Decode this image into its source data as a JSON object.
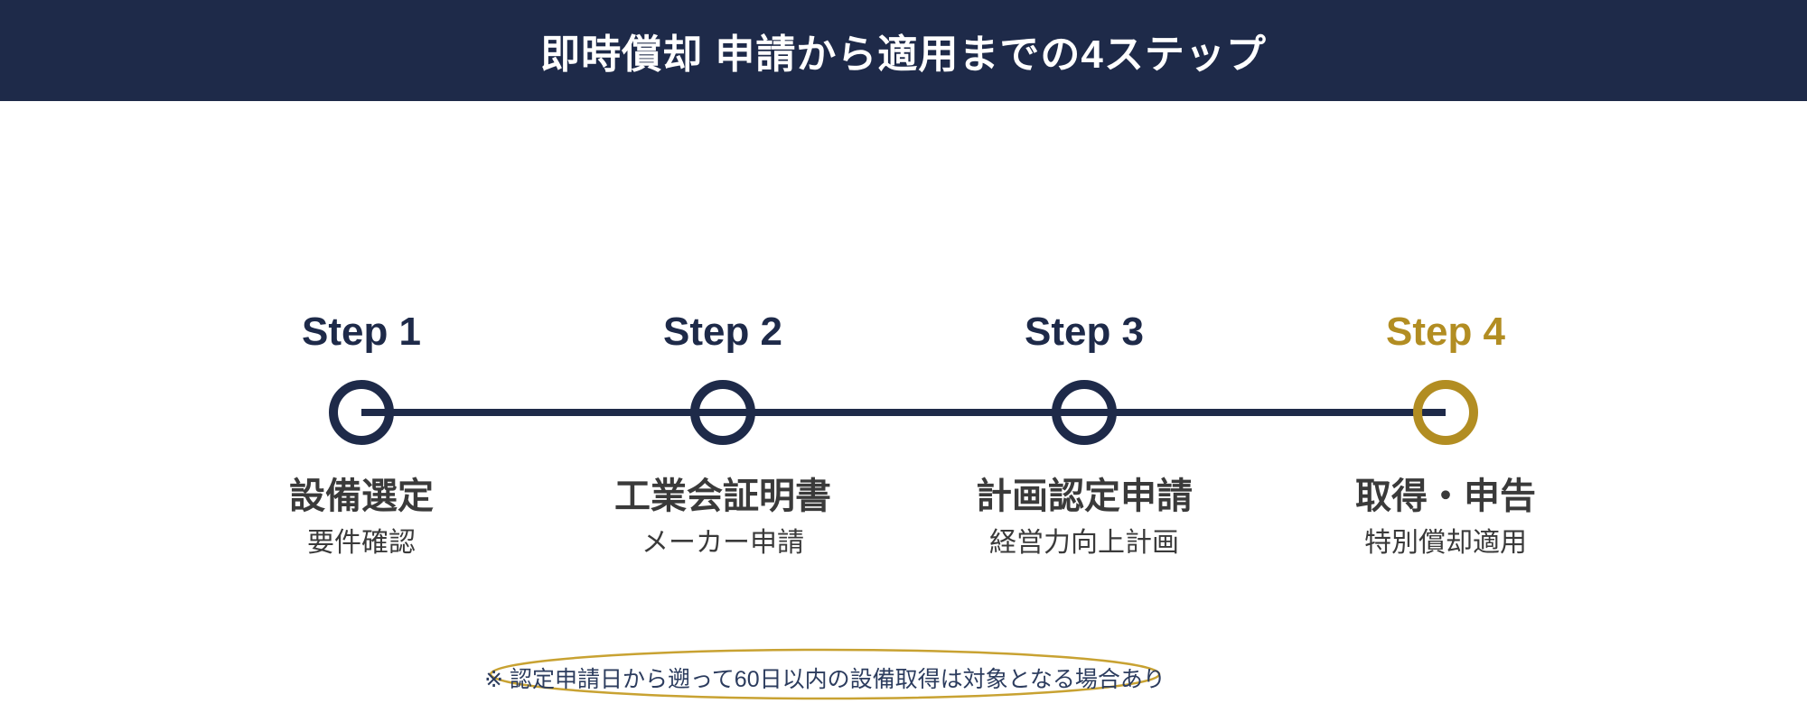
{
  "header": {
    "title": "即時償却 申請から適用までの4ステップ"
  },
  "steps": [
    {
      "label": "Step 1",
      "name": "設備選定",
      "sub": "要件確認",
      "emphasis": false
    },
    {
      "label": "Step 2",
      "name": "工業会証明書",
      "sub": "メーカー申請",
      "emphasis": false
    },
    {
      "label": "Step 3",
      "name": "計画認定申請",
      "sub": "経営力向上計画",
      "emphasis": false
    },
    {
      "label": "Step 4",
      "name": "取得・申告",
      "sub": "特別償却適用",
      "emphasis": true
    }
  ],
  "footnote": {
    "text": "※ 認定申請日から遡って60日以内の設備取得は対象となる場合あり"
  },
  "colors": {
    "navy": "#1e2a49",
    "gold": "#b28d22",
    "gold_ellipse": "#c8a232",
    "text_dark": "#3a3a3a",
    "note_navy": "#2c3c5e",
    "background": "#ffffff"
  }
}
